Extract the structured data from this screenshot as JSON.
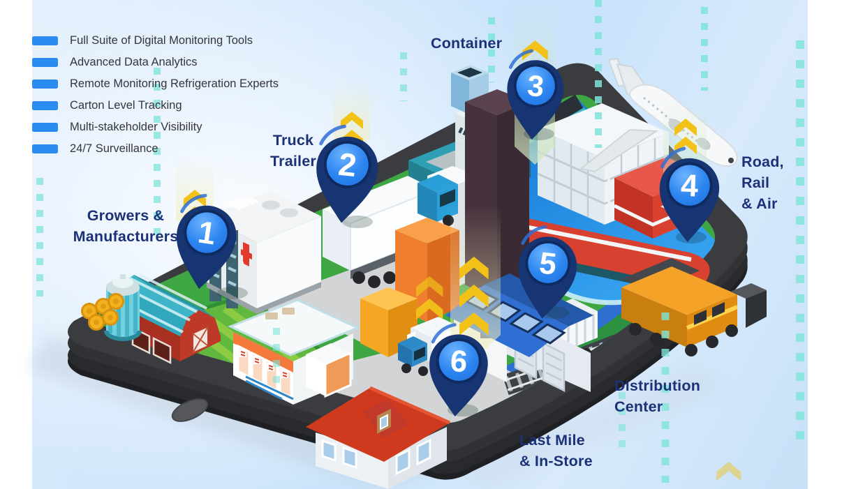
{
  "features": [
    "Full Suite of Digital Monitoring Tools",
    "Advanced Data Analytics",
    "Remote Monitoring Refrigeration Experts",
    "Carton Level Tracking",
    "Multi-stakeholder Visibility",
    "24/7 Surveillance"
  ],
  "map_labels": [
    {
      "id": "growers",
      "lines": [
        "Growers &",
        "Manufacturers"
      ]
    },
    {
      "id": "truck-trailer",
      "lines": [
        "Truck",
        "Trailer"
      ]
    },
    {
      "id": "container",
      "lines": [
        "Container"
      ]
    },
    {
      "id": "road-rail-air",
      "lines": [
        "Road,",
        "Rail",
        "& Air"
      ]
    },
    {
      "id": "distribution-center",
      "lines": [
        "Distribution",
        "Center"
      ]
    },
    {
      "id": "last-mile",
      "lines": [
        "Last Mile",
        "& In-Store"
      ]
    }
  ],
  "pins": [
    {
      "number": "1"
    },
    {
      "number": "2"
    },
    {
      "number": "3"
    },
    {
      "number": "4"
    },
    {
      "number": "5"
    },
    {
      "number": "6"
    }
  ],
  "colors": {
    "accent_blue": "#2b8cf0",
    "label_navy": "#1d3178",
    "pin_body_navy": "#173572",
    "pin_circle_blue": "#2e86f0",
    "dotted_teal": "#7fe3da",
    "chevron_yellow": "#f2c218",
    "grass_green": "#3ea643",
    "water_blue": "#1478d6",
    "tablet_gray": "#3b3c40"
  },
  "scene": {
    "illustrations": [
      "tablet",
      "barn",
      "silo",
      "hay-bales",
      "hospital-building",
      "truck-trailer",
      "cargo-ship",
      "ship-bridge",
      "container-tower",
      "white-tower",
      "orange-crates",
      "airplane",
      "freight-train",
      "railway",
      "warehouse",
      "store",
      "delivery-truck",
      "house",
      "location-pins",
      "chevron-arrows",
      "dotted-lines"
    ]
  }
}
